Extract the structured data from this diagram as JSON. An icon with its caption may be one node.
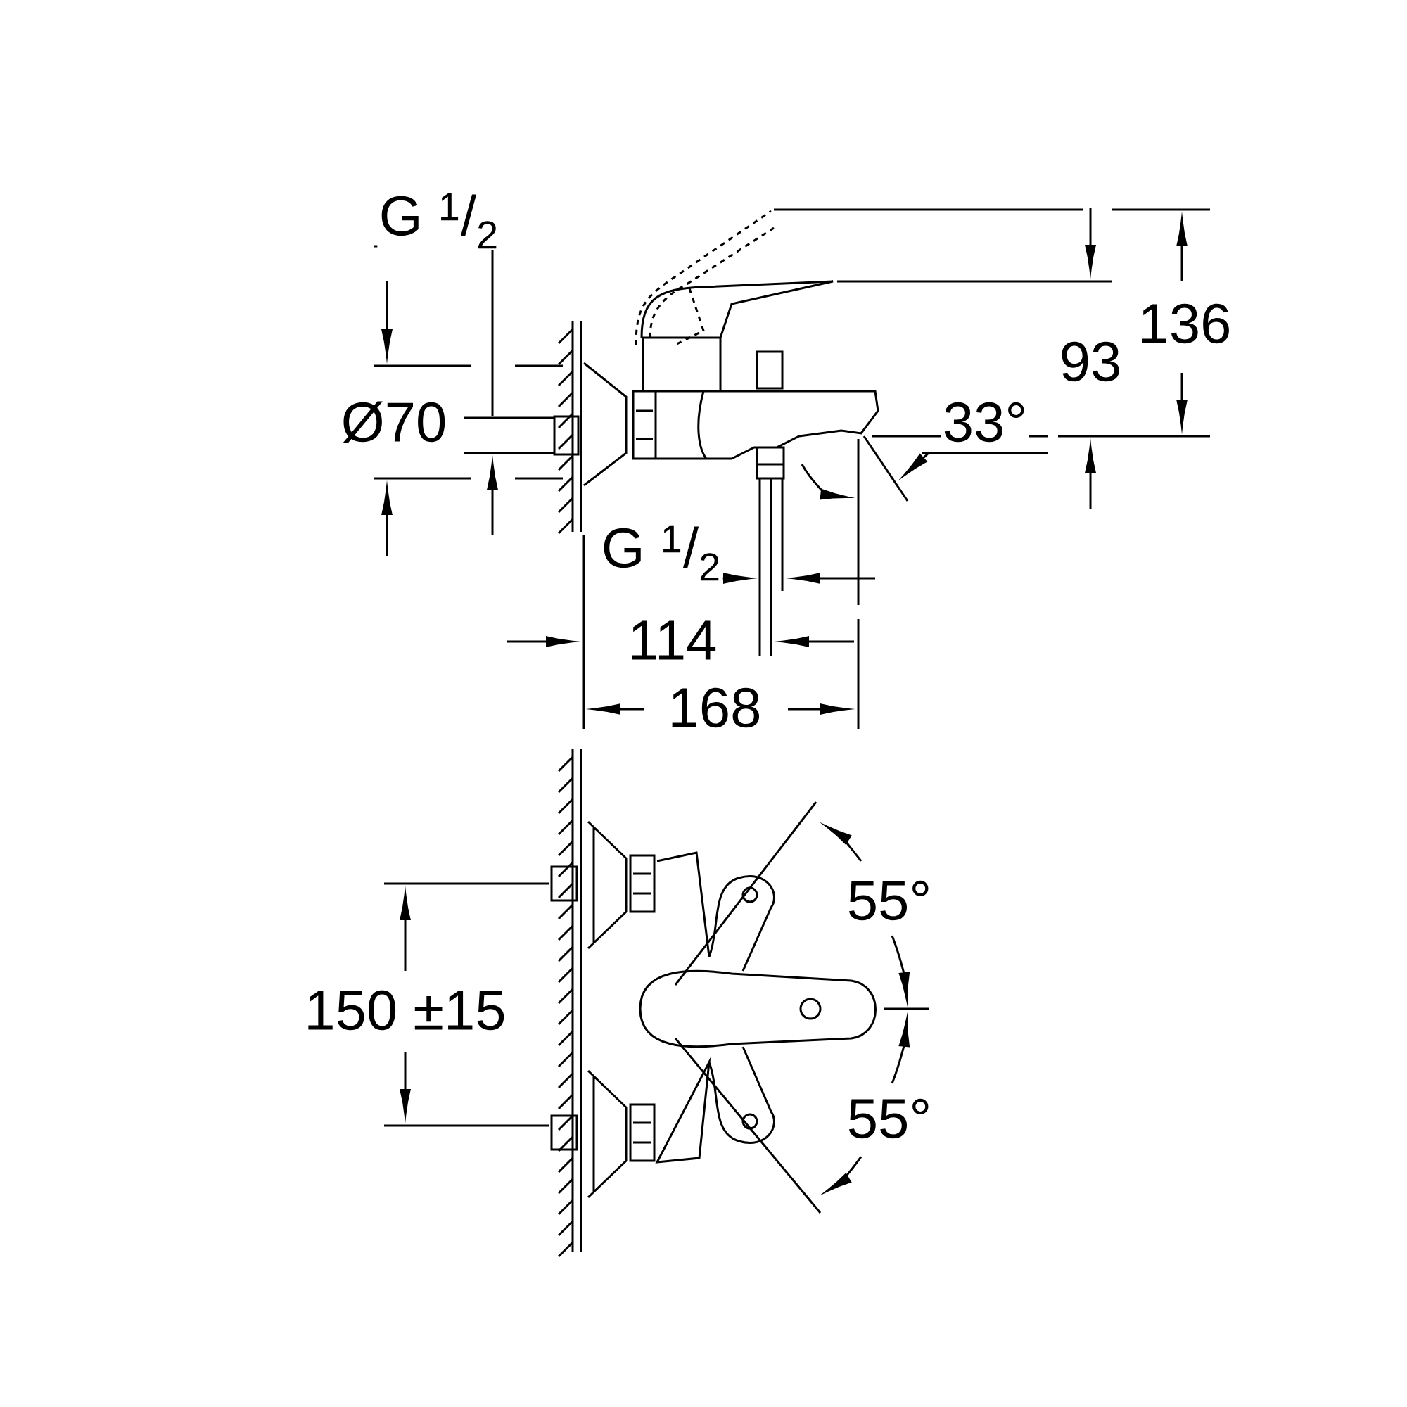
{
  "diagram": {
    "labels": [
      "G $^{1}$/$_{2}$",
      "136",
      "93",
      "Ø70",
      "33°",
      "G $^{1}$/$_{2}$",
      "114",
      "168",
      "55°",
      "150 ±15",
      "55°"
    ]
  }
}
